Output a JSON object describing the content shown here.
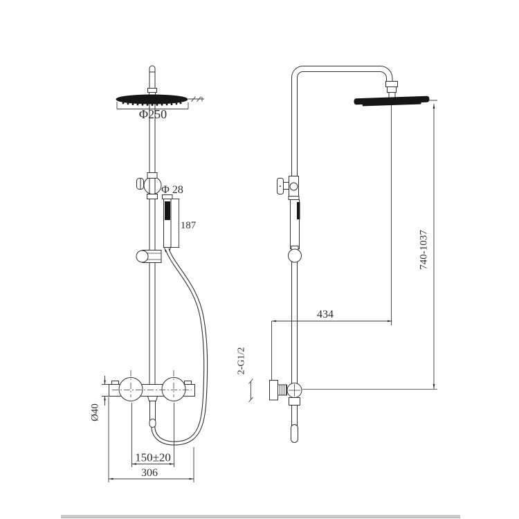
{
  "drawing": {
    "type": "technical-dimension-drawing",
    "subject": "thermostatic shower column, front and side orthographic views",
    "colors": {
      "background": "#ffffff",
      "line": "#2e2e2e",
      "dark_fill": "#161616",
      "footer_bar": "#cacaca"
    },
    "labels": {
      "head_diameter": "Φ250",
      "pipe_diameter": "Φ 28",
      "hand_shower_length": "187",
      "valve_body_diameter": "Ø40",
      "inlet_center_distance": "150±20",
      "valve_overall_width": "306",
      "arm_horizontal_reach": "434",
      "riser_height_range": "740-1037",
      "connection_thread": "2-G1/2"
    }
  }
}
